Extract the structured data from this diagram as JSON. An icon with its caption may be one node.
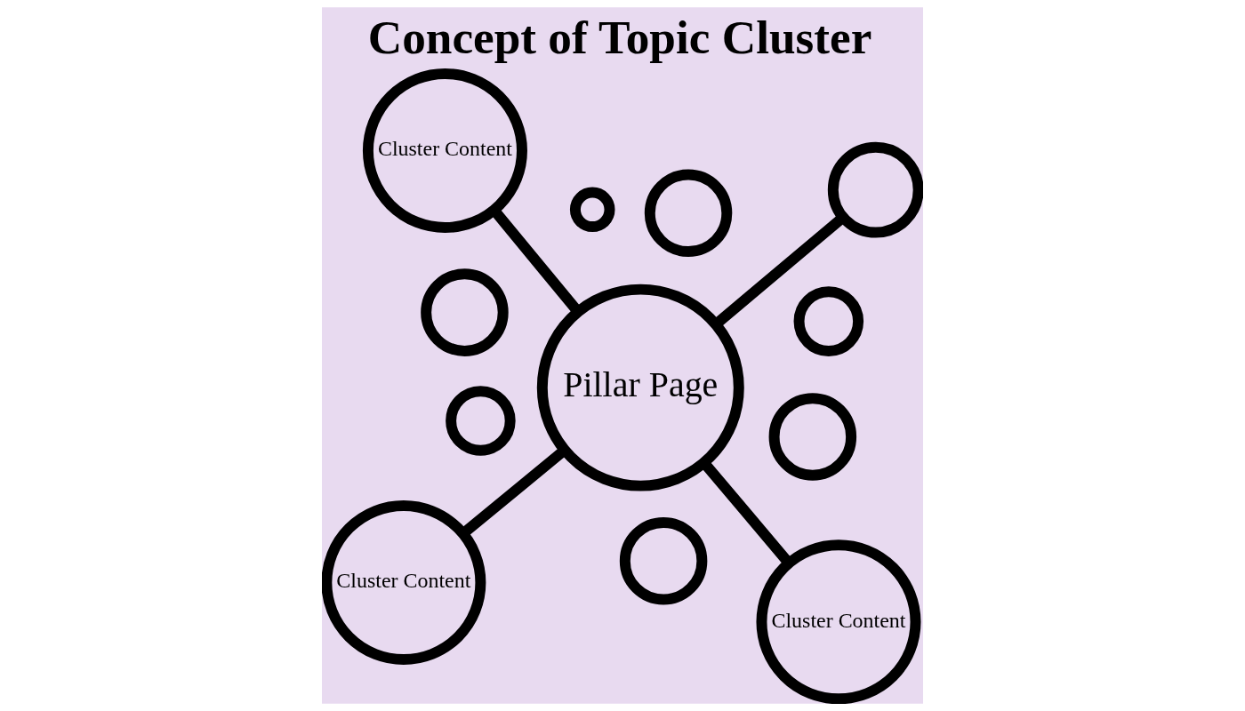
{
  "diagram": {
    "title": "Concept of Topic Cluster",
    "nodes": [
      {
        "text": [
          "Cluster Content"
        ]
      },
      {
        "text": [],
        "shape": "circle"
      },
      {
        "text": [
          "Cluster Content"
        ]
      },
      {
        "text": [],
        "shape": "circle"
      },
      {
        "text": [],
        "shape": "circle"
      },
      {
        "text": [],
        "shape": "circle"
      },
      {
        "text": [],
        "shape": "circle"
      },
      {
        "text": [
          "Pillar Page"
        ]
      },
      {
        "text": [],
        "shape": "circle"
      },
      {
        "text": [
          "Cluster Content"
        ]
      },
      {
        "text": [],
        "shape": "circle"
      },
      {
        "text": [],
        "shape": "circle"
      }
    ],
    "edges": [
      {
        "from": 7,
        "to": 0,
        "arrow": "none"
      },
      {
        "from": 7,
        "to": 2,
        "arrow": "none"
      },
      {
        "from": 7,
        "to": 9,
        "arrow": "none"
      },
      {
        "from": 7,
        "to": 10,
        "arrow": "none"
      }
    ]
  }
}
